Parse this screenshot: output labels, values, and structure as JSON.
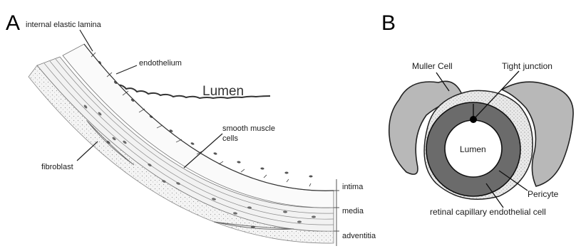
{
  "panels": {
    "a": {
      "letter": "A",
      "labels": {
        "internal_elastic_lamina": "internal elastic lamina",
        "endothelium": "endothelium",
        "lumen": "Lumen",
        "smooth_muscle_1": "smooth muscle",
        "smooth_muscle_2": "cells",
        "fibroblast": "fibroblast",
        "intima": "intima",
        "media": "media",
        "adventitia": "adventitia"
      }
    },
    "b": {
      "letter": "B",
      "labels": {
        "muller_cell": "Muller Cell",
        "tight_junction": "Tight junction",
        "lumen": "Lumen",
        "pericyte": "Pericyte",
        "endothelial_cell": "retinal capillary endothelial cell"
      }
    }
  },
  "colors": {
    "muller": "#b8b8b8",
    "endothelial_ring": "#6b6b6b",
    "pericyte": "#dcdcdc",
    "adventitia_fill": "#eeeeee"
  }
}
